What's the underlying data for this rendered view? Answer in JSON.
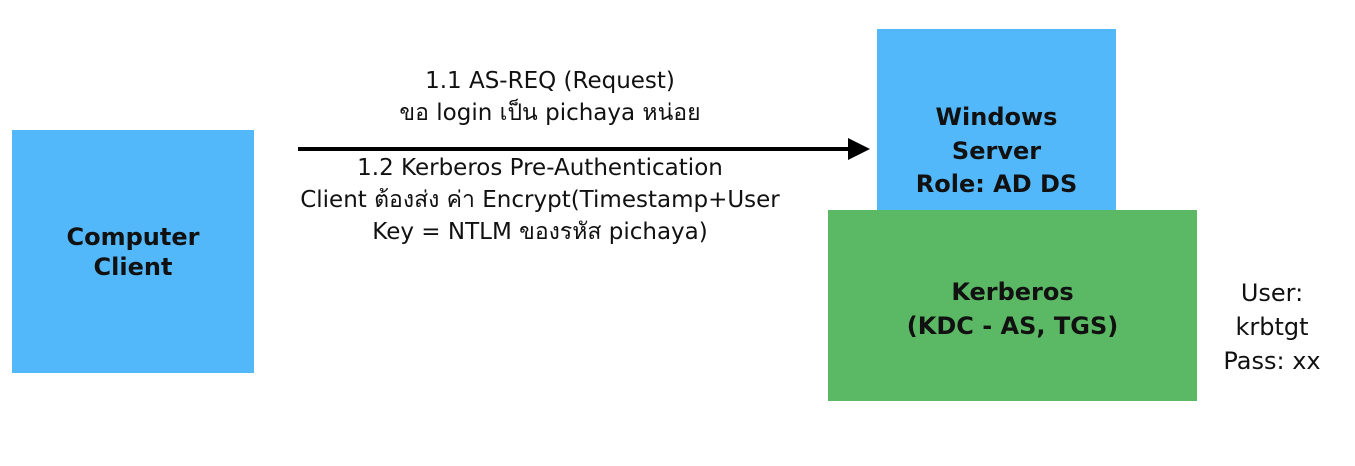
{
  "colors": {
    "client_fill": "#52b8f9",
    "server_fill": "#52b8f9",
    "kerberos_fill": "#5bb864",
    "arrow": "#000000"
  },
  "client": {
    "lines": [
      "Computer",
      "Client"
    ]
  },
  "server": {
    "lines": [
      "Windows",
      "Server",
      "Role: AD DS"
    ]
  },
  "kerberos": {
    "lines": [
      "Kerberos",
      "(KDC - AS, TGS)"
    ]
  },
  "messages": {
    "as_req": [
      "1.1 AS-REQ (Request)",
      "ขอ login เป็น pichaya หน่อย"
    ],
    "pre_auth": [
      "1.2 Kerberos Pre-Authentication",
      "Client ต้องส่ง ค่า Encrypt(Timestamp+User",
      "Key = NTLM ของรหัส pichaya)"
    ]
  },
  "account": {
    "lines": [
      "User:",
      "krbtgt",
      "Pass: xx"
    ]
  },
  "arrow_icon": "arrow-right-icon"
}
